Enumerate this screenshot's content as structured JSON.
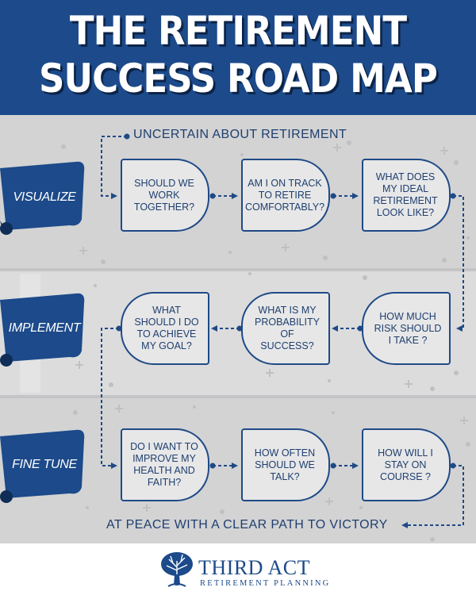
{
  "title": {
    "line1": "THE RETIREMENT",
    "line2": "SUCCESS ROAD MAP"
  },
  "start_caption": "UNCERTAIN ABOUT RETIREMENT",
  "end_caption": "AT PEACE WITH A CLEAR PATH TO VICTORY",
  "stages": [
    {
      "label": "VISUALIZE"
    },
    {
      "label": "IMPLEMENT"
    },
    {
      "label": "FINE TUNE"
    }
  ],
  "steps": {
    "visualize": [
      {
        "text": "SHOULD WE WORK TOGETHER?"
      },
      {
        "text": "AM I ON TRACK TO RETIRE COMFORTABLY?"
      },
      {
        "text": "WHAT DOES MY IDEAL RETIREMENT LOOK LIKE?"
      }
    ],
    "implement": [
      {
        "text": "WHAT SHOULD I DO TO ACHIEVE MY GOAL?"
      },
      {
        "text": "WHAT IS MY PROBABILITY OF SUCCESS?"
      },
      {
        "text": "HOW MUCH RISK SHOULD I TAKE ?"
      }
    ],
    "fine_tune": [
      {
        "text": "DO I WANT TO IMPROVE MY HEALTH AND FAITH?"
      },
      {
        "text": "HOW OFTEN SHOULD WE TALK?"
      },
      {
        "text": "HOW WILL I STAY ON COURSE ?"
      }
    ]
  },
  "logo": {
    "name": "THIRD ACT",
    "tagline": "RETIREMENT PLANNING",
    "icon": "tree-icon"
  },
  "colors": {
    "navy": "#1c4a8a",
    "text_blue": "#1f3f6e",
    "background_gray": "#d3d3d4"
  }
}
